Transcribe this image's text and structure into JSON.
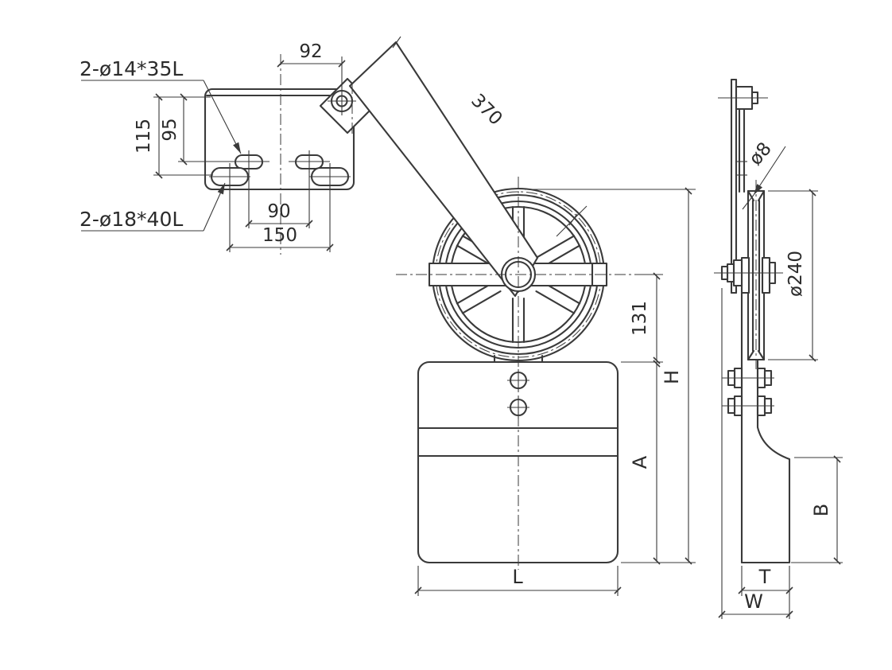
{
  "drawing": {
    "front_view": {
      "labels": {
        "slot_top": "2-ø14*35L",
        "slot_bottom": "2-ø18*40L"
      },
      "dimensions": {
        "top_offset": "92",
        "arm_length": "370",
        "plate_height": "115",
        "slot_vertical": "95",
        "slot_inner_span": "90",
        "slot_outer_span": "150",
        "center_to_body": "131",
        "overall_height": "H",
        "body_height": "A",
        "body_length": "L"
      }
    },
    "side_view": {
      "dimensions": {
        "groove_size": "ø8",
        "wheel_diameter": "ø240",
        "lower_body_height": "B",
        "body_thickness": "T",
        "overall_width": "W"
      }
    },
    "colors": {
      "line": "#3a3a3a",
      "background": "#ffffff"
    }
  }
}
